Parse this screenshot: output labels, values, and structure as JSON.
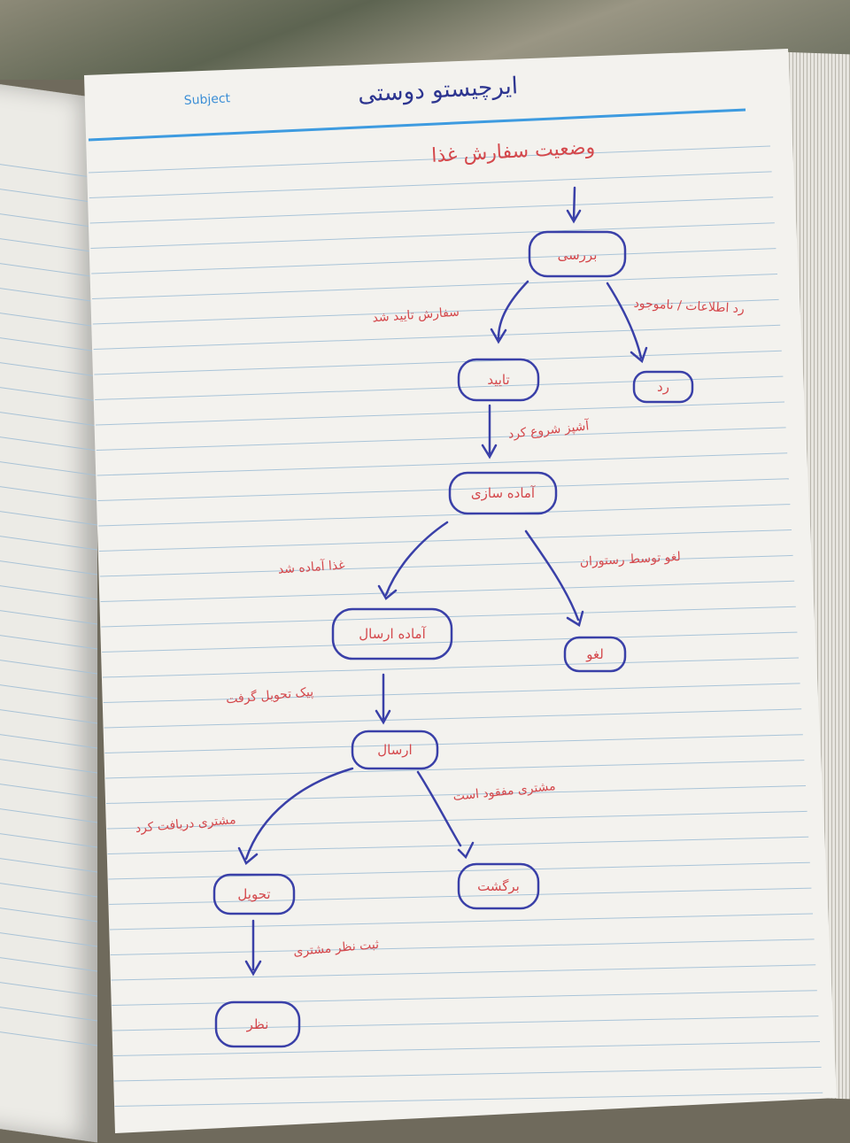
{
  "notebook": {
    "subject_label": "Subject",
    "title": "ایرچیستو دوستی",
    "heading": "وضعیت سفارش غذا"
  },
  "colors": {
    "ink_blue": "#3a40a8",
    "ink_red": "#d4484c",
    "header_line": "#3d9be0",
    "rule_line": "#a9c4d8"
  },
  "diagram": {
    "nodes": {
      "review": "بررسی",
      "rejected": "رد",
      "approved": "تایید",
      "preparing": "آماده سازی",
      "ready_to_send": "آماده ارسال",
      "cancelled": "لغو",
      "sending": "ارسال",
      "delivered": "تحویل",
      "returned": "برگشت",
      "rating": "نظر"
    },
    "edges": {
      "review_to_approved": "سفارش تایید شد",
      "review_to_rejected": "رد اطلاعات / ناموجود",
      "approved_to_preparing": "آشپز شروع کرد",
      "preparing_to_ready": "غذا آماده شد",
      "preparing_to_cancelled": "لغو توسط رستوران",
      "ready_to_sending": "پیک تحویل گرفت",
      "sending_to_delivered": "مشتری دریافت کرد",
      "sending_to_returned": "مشتری مفقود است",
      "delivered_to_rating": "ثبت نظر مشتری"
    }
  }
}
